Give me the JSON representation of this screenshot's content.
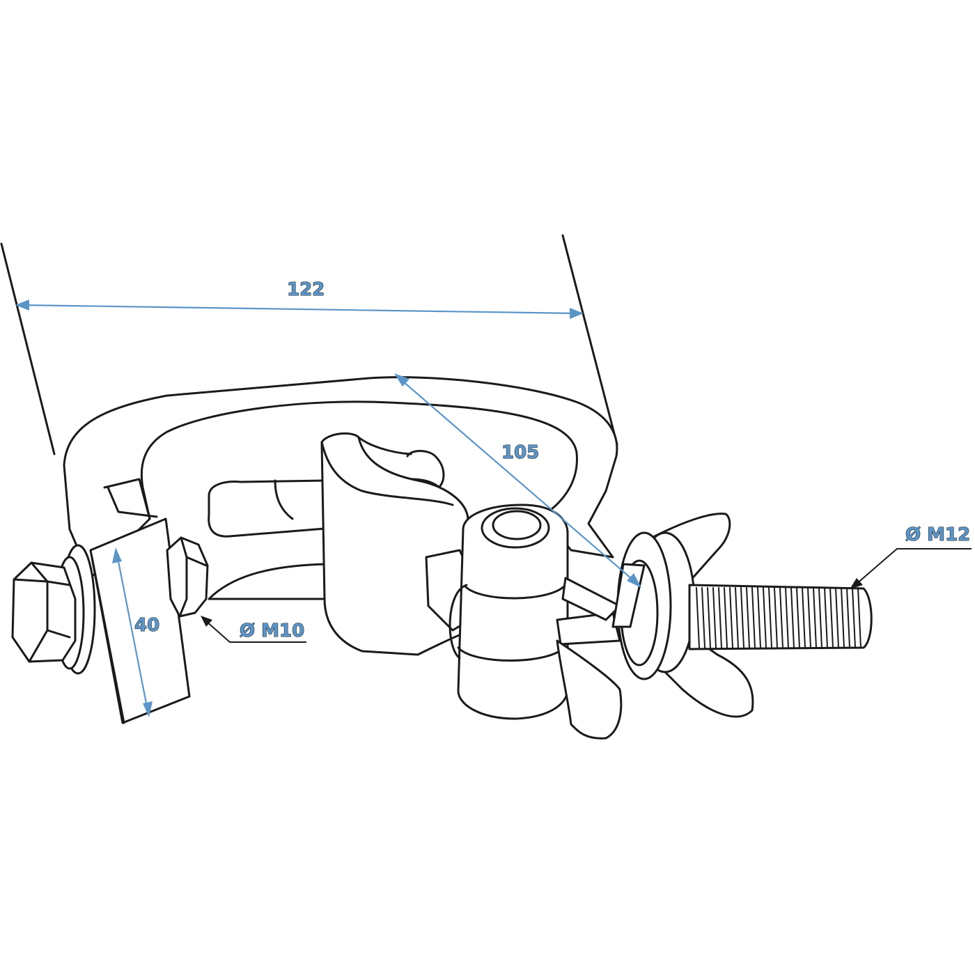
{
  "dimensions": {
    "width_label": "122",
    "diagonal_label": "105",
    "plate_label": "40",
    "bolt_small_label": "Ø M10",
    "bolt_large_label": "Ø M12"
  },
  "colors": {
    "dimension": "#5b95c8",
    "outline": "#1a1a1a",
    "background": "#ffffff"
  }
}
